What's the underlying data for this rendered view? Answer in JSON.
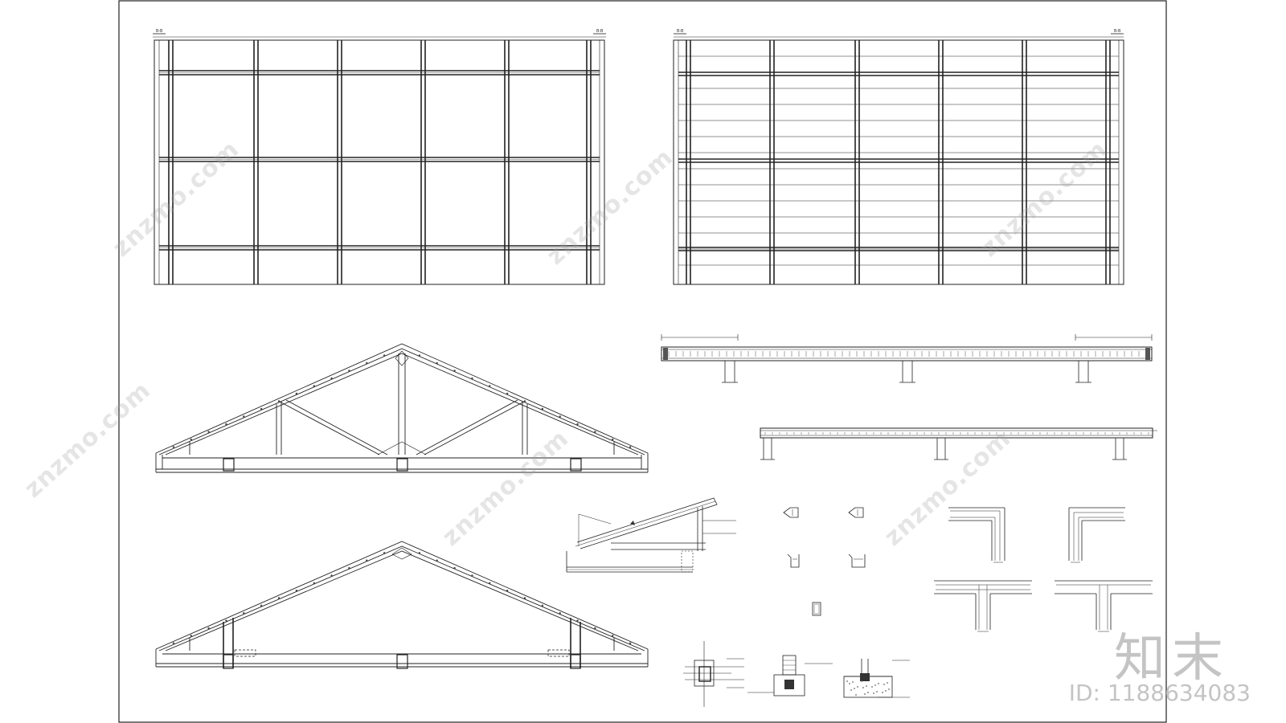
{
  "watermark": {
    "site": "znzmo.com",
    "logo": "知末",
    "id_text": "ID: 1188634083"
  },
  "drawing": {
    "plan_top_left": {
      "label_left": "B-B",
      "label_right": "B-B"
    },
    "plan_top_right": {
      "label_left": "B-B",
      "label_right": "B-B"
    }
  }
}
